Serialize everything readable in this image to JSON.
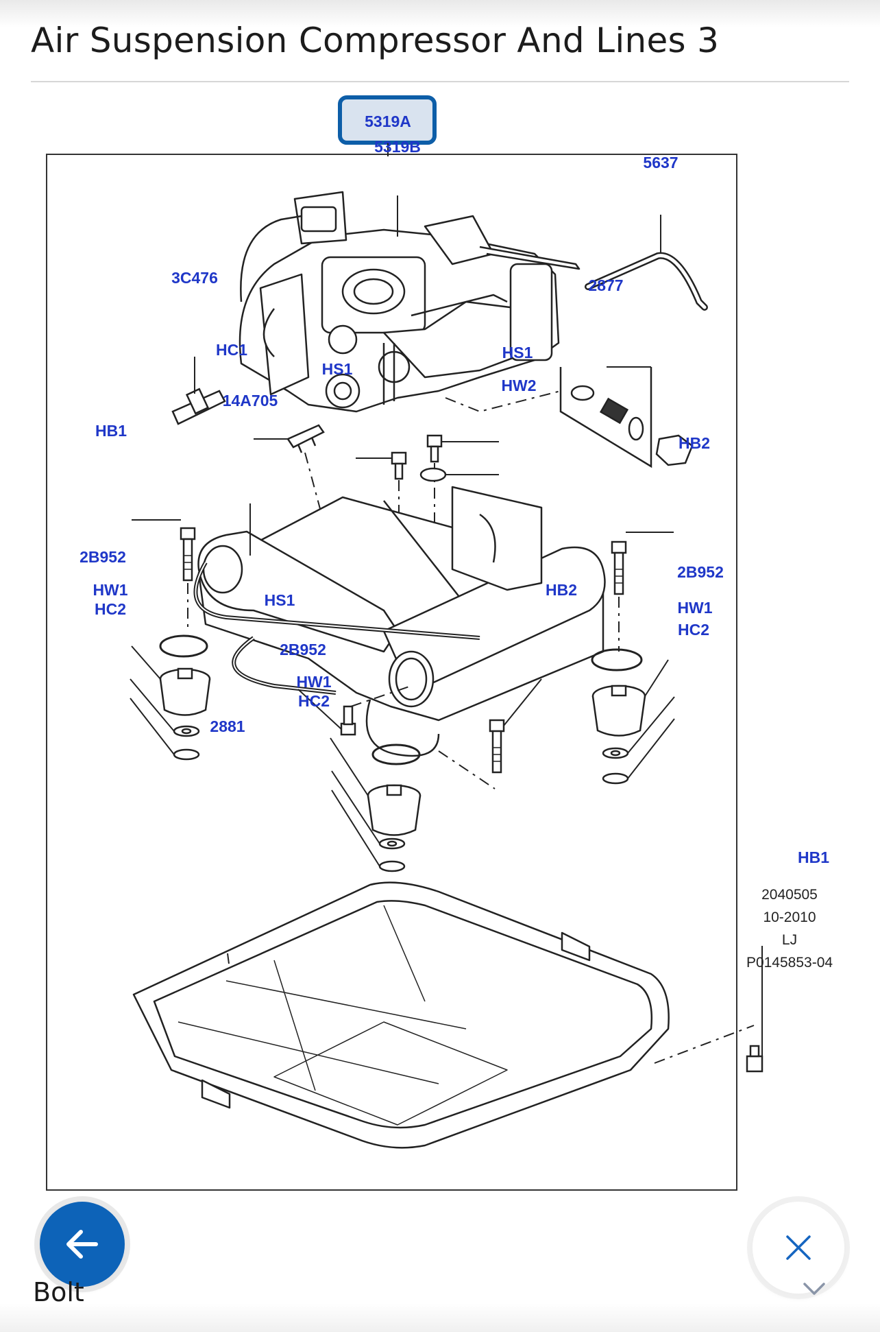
{
  "page": {
    "title": "Air Suspension Compressor And Lines 3"
  },
  "diagram": {
    "selected_callout": "5319A",
    "callouts": {
      "c5319A": "5319A",
      "c5319B": "5319B",
      "c5637": "5637",
      "c3C476": "3C476",
      "c2877": "2877",
      "cHC1": "HC1",
      "cHS1a": "HS1",
      "cHS1b": "HS1",
      "cHS1c": "HS1",
      "cHW2": "HW2",
      "c14A705": "14A705",
      "cHB1a": "HB1",
      "cHB1b": "HB1",
      "cHB2a": "HB2",
      "cHB2b": "HB2",
      "c2B952a": "2B952",
      "c2B952b": "2B952",
      "c2B952c": "2B952",
      "cHW1a": "HW1",
      "cHW1b": "HW1",
      "cHW1c": "HW1",
      "cHC2a": "HC2",
      "cHC2b": "HC2",
      "cHC2c": "HC2",
      "c2881": "2881"
    },
    "meta": {
      "code": "2040505",
      "date": "10-2010",
      "initials": "LJ",
      "ref": "P0145853-04"
    }
  },
  "footer": {
    "selected_part_label": "Bolt",
    "back_icon": "arrow-left-icon",
    "close_icon": "close-icon",
    "expand_icon": "chevron-down-icon"
  }
}
